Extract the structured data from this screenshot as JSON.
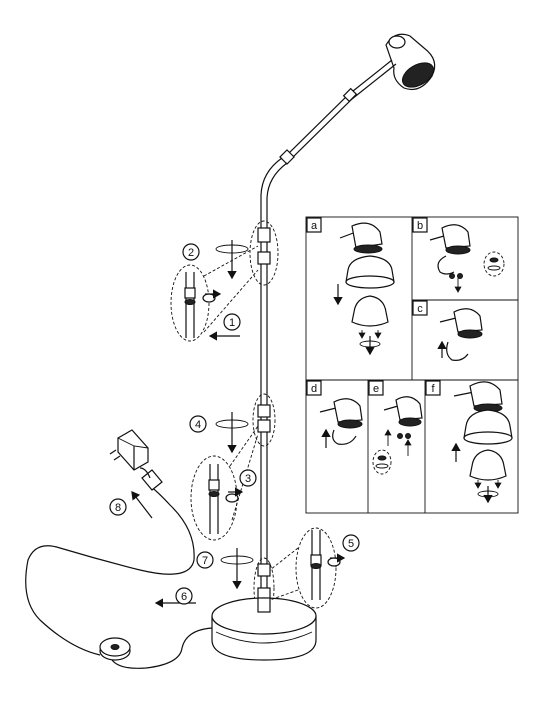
{
  "steps": {
    "s1": "1",
    "s2": "2",
    "s3": "3",
    "s4": "4",
    "s5": "5",
    "s6": "6",
    "s7": "7",
    "s8": "8"
  },
  "panels": {
    "a": "a",
    "b": "b",
    "c": "c",
    "d": "d",
    "e": "e",
    "f": "f"
  }
}
